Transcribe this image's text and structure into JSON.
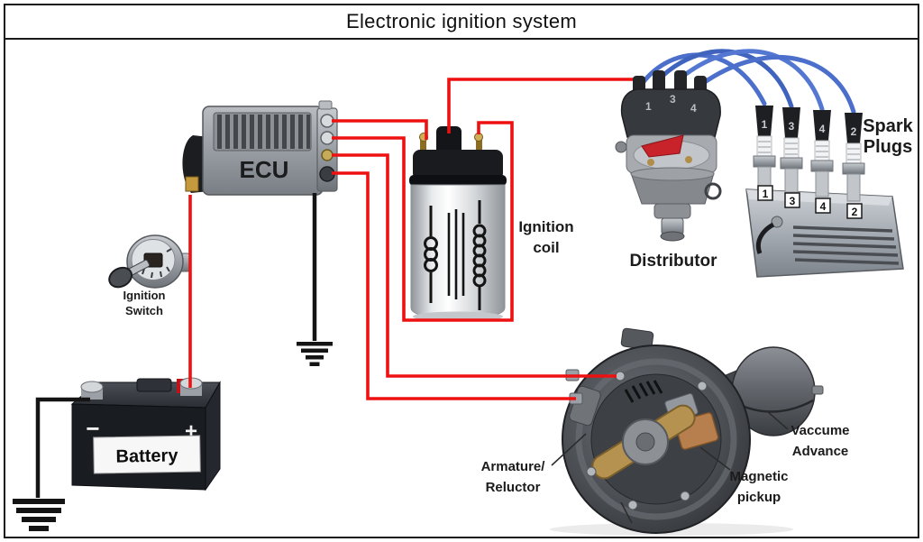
{
  "title": "Electronic ignition system",
  "colors": {
    "wire_red": "#ee1111",
    "wire_black": "#141414",
    "wire_blue": "#4a6fca",
    "rotor_red": "#c8222a",
    "brass": "#b5924f",
    "frame_border": "#1a1a1a"
  },
  "components": {
    "ecu": {
      "label": "ECU"
    },
    "ignition_coil": {
      "label_line1": "Ignition",
      "label_line2": "coil"
    },
    "ignition_switch": {
      "label_line1": "Ignition",
      "label_line2": "Switch"
    },
    "battery": {
      "label": "Battery",
      "minus": "−",
      "plus": "+"
    },
    "distributor": {
      "label": "Distributor",
      "cap_numbers": [
        "1",
        "3",
        "4"
      ]
    },
    "spark_plugs": {
      "label_line1": "Spark",
      "label_line2": "Plugs",
      "plug_numbers": [
        "1",
        "3",
        "4",
        "2"
      ],
      "tag_numbers": [
        "1",
        "3",
        "4",
        "2"
      ]
    },
    "distributor_internal": {
      "armature_line1": "Armature/",
      "armature_line2": "Reluctor",
      "magnetic_line1": "Magnetic",
      "magnetic_line2": "pickup",
      "vacuum_line1": "Vaccume",
      "vacuum_line2": "Advance"
    }
  }
}
